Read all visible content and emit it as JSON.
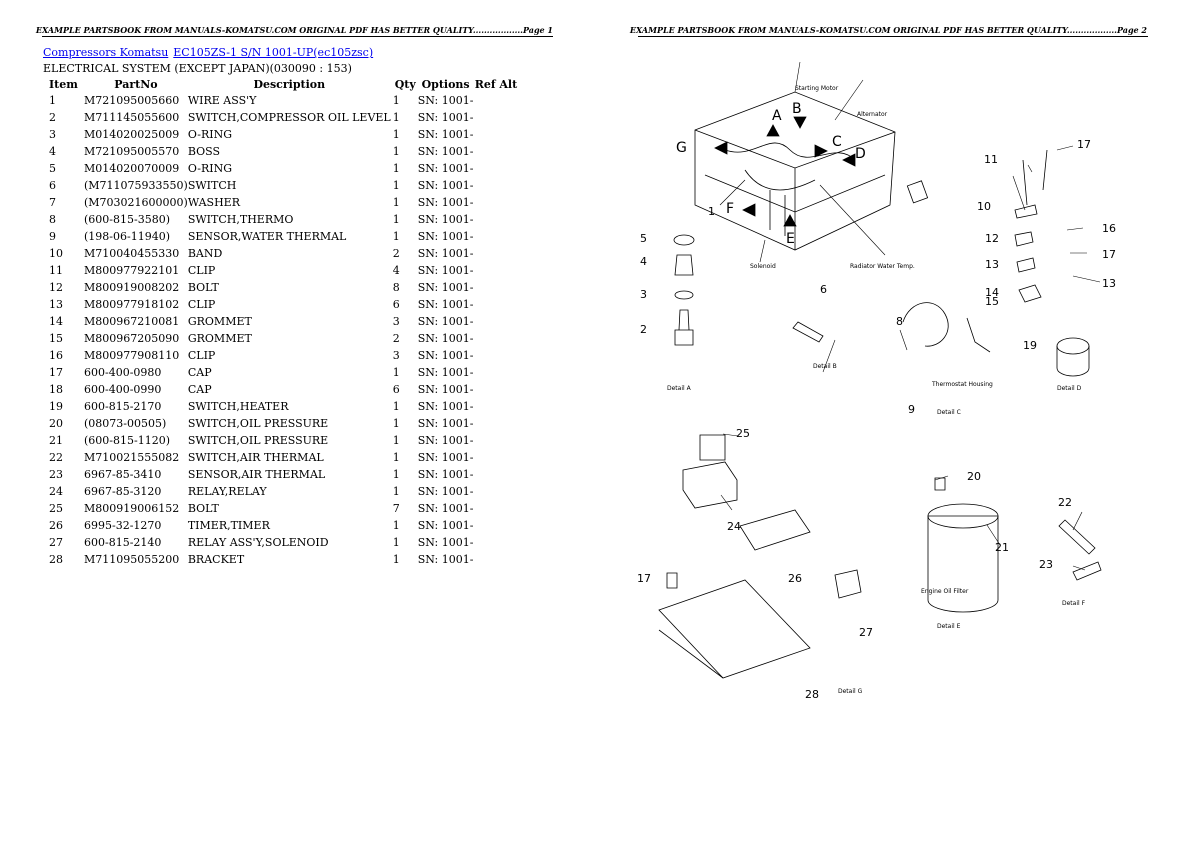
{
  "page_left": {
    "header": "EXAMPLE PARTSBOOK FROM MANUALS-KOMATSU.COM ORIGINAL PDF HAS BETTER QUALITY..................Page 1",
    "breadcrumb": [
      "Compressors Komatsu",
      "EC105ZS-1 S/N 1001-UP(ec105zsc)"
    ],
    "section_title": "ELECTRICAL SYSTEM (EXCEPT JAPAN)(030090 : 153)",
    "columns": [
      "Item",
      "PartNo",
      "Description",
      "Qty",
      "Options",
      "Ref Alt"
    ],
    "rows": [
      [
        "1",
        "M721095005660",
        "WIRE ASS'Y",
        "1",
        "SN: 1001-",
        ""
      ],
      [
        "2",
        "M711145055600",
        "SWITCH,COMPRESSOR OIL LEVEL",
        "1",
        "SN: 1001-",
        ""
      ],
      [
        "3",
        "M014020025009",
        "O-RING",
        "1",
        "SN: 1001-",
        ""
      ],
      [
        "4",
        "M721095005570",
        "BOSS",
        "1",
        "SN: 1001-",
        ""
      ],
      [
        "5",
        "M014020070009",
        "O-RING",
        "1",
        "SN: 1001-",
        ""
      ],
      [
        "6",
        "(M711075933550)",
        "SWITCH",
        "1",
        "SN: 1001-",
        ""
      ],
      [
        "7",
        "(M703021600000)",
        "WASHER",
        "1",
        "SN: 1001-",
        ""
      ],
      [
        "8",
        "(600-815-3580)",
        "SWITCH,THERMO",
        "1",
        "SN: 1001-",
        ""
      ],
      [
        "9",
        "(198-06-11940)",
        "SENSOR,WATER THERMAL",
        "1",
        "SN: 1001-",
        ""
      ],
      [
        "10",
        "M710040455330",
        "BAND",
        "2",
        "SN: 1001-",
        ""
      ],
      [
        "11",
        "M800977922101",
        "CLIP",
        "4",
        "SN: 1001-",
        ""
      ],
      [
        "12",
        "M800919008202",
        "BOLT",
        "8",
        "SN: 1001-",
        ""
      ],
      [
        "13",
        "M800977918102",
        "CLIP",
        "6",
        "SN: 1001-",
        ""
      ],
      [
        "14",
        "M800967210081",
        "GROMMET",
        "3",
        "SN: 1001-",
        ""
      ],
      [
        "15",
        "M800967205090",
        "GROMMET",
        "2",
        "SN: 1001-",
        ""
      ],
      [
        "16",
        "M800977908110",
        "CLIP",
        "3",
        "SN: 1001-",
        ""
      ],
      [
        "17",
        "600-400-0980",
        "CAP",
        "1",
        "SN: 1001-",
        ""
      ],
      [
        "18",
        "600-400-0990",
        "CAP",
        "6",
        "SN: 1001-",
        ""
      ],
      [
        "19",
        "600-815-2170",
        "SWITCH,HEATER",
        "1",
        "SN: 1001-",
        ""
      ],
      [
        "20",
        "(08073-00505)",
        "SWITCH,OIL PRESSURE",
        "1",
        "SN: 1001-",
        ""
      ],
      [
        "21",
        "(600-815-1120)",
        "SWITCH,OIL PRESSURE",
        "1",
        "SN: 1001-",
        ""
      ],
      [
        "22",
        "M710021555082",
        "SWITCH,AIR THERMAL",
        "1",
        "SN: 1001-",
        ""
      ],
      [
        "23",
        "6967-85-3410",
        "SENSOR,AIR THERMAL",
        "1",
        "SN: 1001-",
        ""
      ],
      [
        "24",
        "6967-85-3120",
        "RELAY,RELAY",
        "1",
        "SN: 1001-",
        ""
      ],
      [
        "25",
        "M800919006152",
        "BOLT",
        "7",
        "SN: 1001-",
        ""
      ],
      [
        "26",
        "6995-32-1270",
        "TIMER,TIMER",
        "1",
        "SN: 1001-",
        ""
      ],
      [
        "27",
        "600-815-2140",
        "RELAY ASS'Y,SOLENOID",
        "1",
        "SN: 1001-",
        ""
      ],
      [
        "28",
        "M711095055200",
        "BRACKET",
        "1",
        "SN: 1001-",
        ""
      ]
    ]
  },
  "page_right": {
    "header": "EXAMPLE PARTSBOOK FROM MANUALS-KOMATSU.COM ORIGINAL PDF HAS BETTER QUALITY..................Page 2",
    "diagram": {
      "callouts": [
        "1",
        "2",
        "3",
        "4",
        "5",
        "6",
        "8",
        "9",
        "10",
        "11",
        "12",
        "13",
        "13",
        "14",
        "15",
        "16",
        "17",
        "17",
        "17",
        "19",
        "20",
        "21",
        "22",
        "23",
        "24",
        "25",
        "26",
        "27",
        "28"
      ],
      "view_letters": [
        "A",
        "B",
        "C",
        "D",
        "E",
        "F",
        "G"
      ],
      "captions": [
        "Starting Motor",
        "Alternator",
        "Solenoid",
        "Radiator Water Temp.",
        "Detail A",
        "Detail B",
        "Detail C",
        "Detail D",
        "Detail E",
        "Detail F",
        "Detail G",
        "Thermostat Housing",
        "Engine Oil Filter"
      ]
    }
  }
}
